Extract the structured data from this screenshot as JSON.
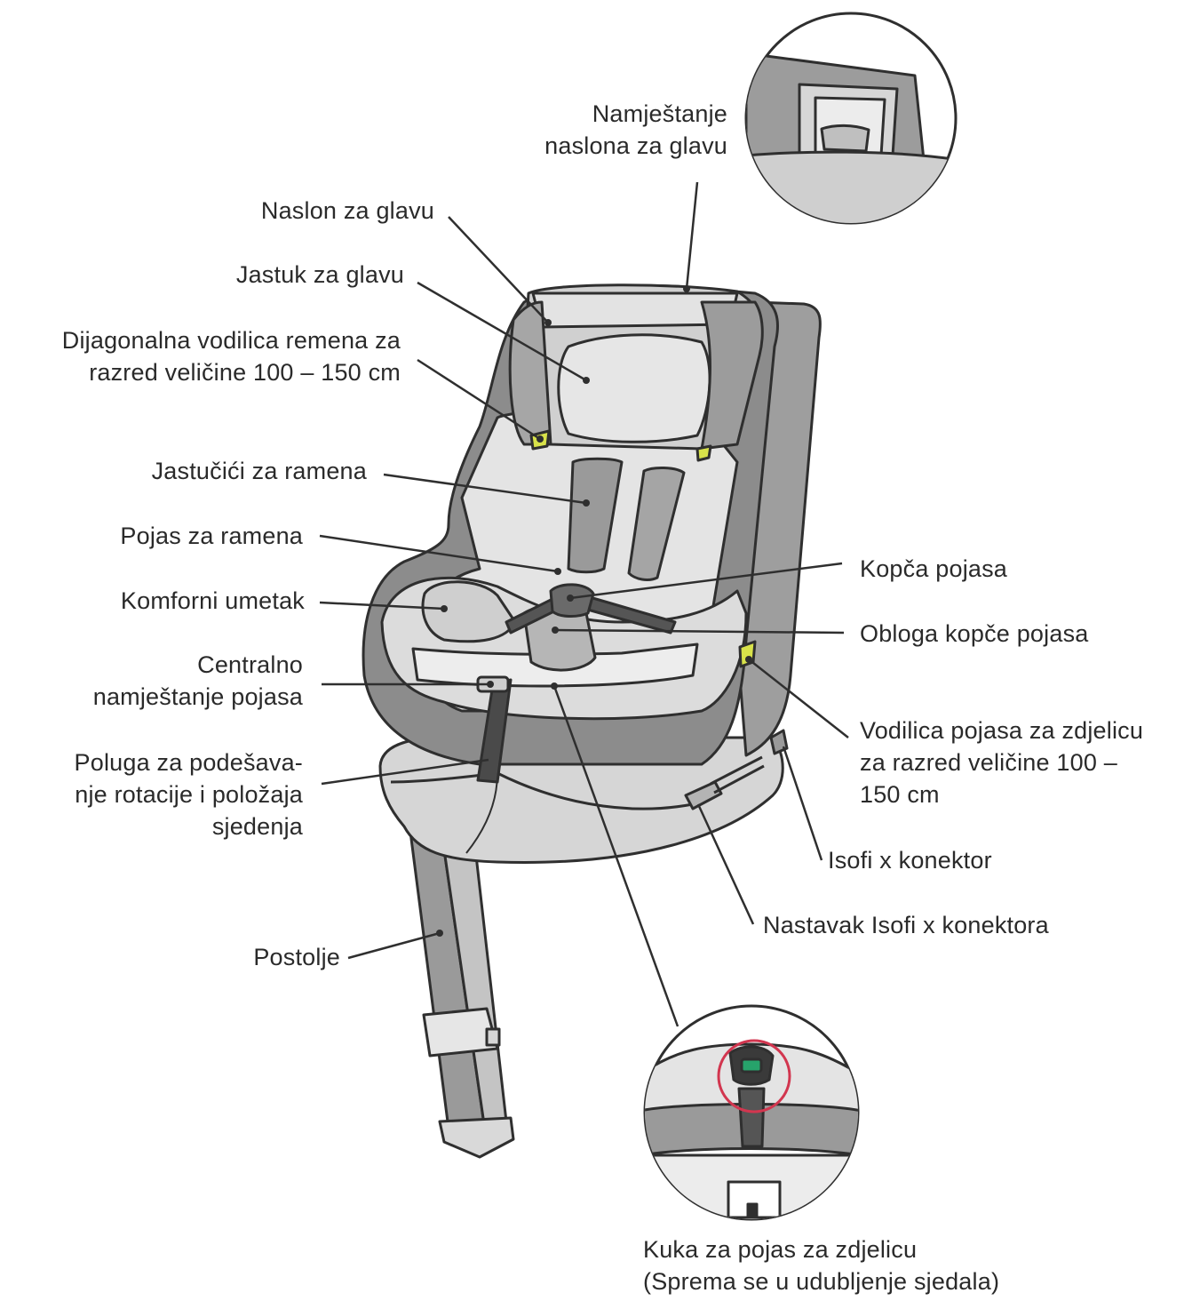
{
  "labels": {
    "headrest_adjust": [
      "Namještanje",
      "naslona za glavu"
    ],
    "headrest": "Naslon za glavu",
    "head_cushion": "Jastuk za glavu",
    "diag_guide": [
      "Dijagonalna vodilica remena za",
      "razred veličine 100 – 150 cm"
    ],
    "shoulder_pads": "Jastučići za ramena",
    "shoulder_belt": "Pojas za ramena",
    "comfort_insert": "Komforni umetak",
    "central_adjust": [
      "Centralno",
      "namještanje pojasa"
    ],
    "lever": [
      "Poluga za podešava-",
      "nje rotacije i položaja",
      "sjedenja"
    ],
    "leg": "Postolje",
    "buckle": "Kopča pojasa",
    "buckle_pad": "Obloga kopče pojasa",
    "lap_guide": [
      "Vodilica pojasa za zdjelicu",
      "za razred veličine 100 –",
      "150 cm"
    ],
    "isofix": "Isofi x konektor",
    "isofix_ext": "Nastavak Isofi x konektora",
    "lap_hook": [
      "Kuka za pojas za zdjelicu",
      "(Sprema se u udubljenje sjedala)"
    ]
  },
  "colors": {
    "dark_gray": "#8a8a8a",
    "mid_gray": "#b4b4b4",
    "light_gray": "#d9d9d9",
    "pale": "#ececec",
    "line": "#2f2f2f",
    "accent_yellow": "#d8e24a",
    "accent_green": "#27a36b",
    "accent_red": "#d2364f"
  }
}
